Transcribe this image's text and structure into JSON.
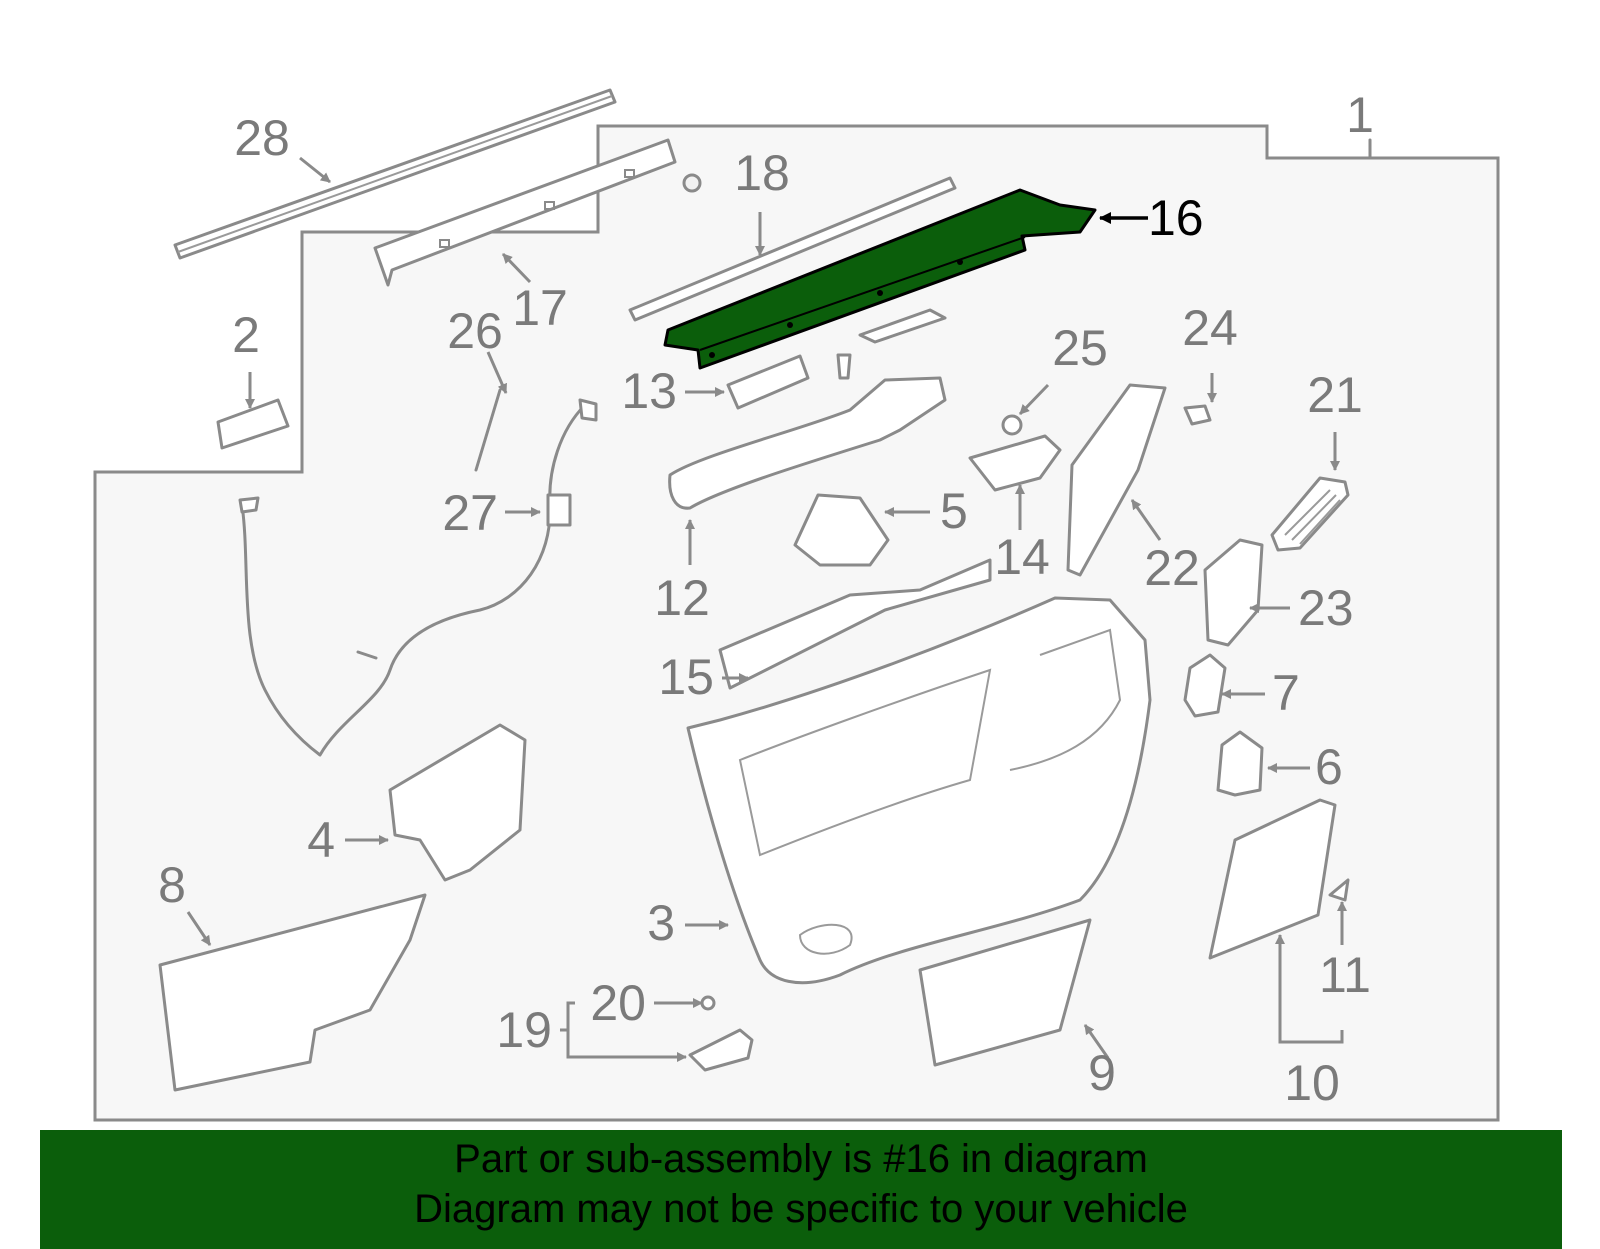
{
  "diagram": {
    "callouts": [
      "1",
      "2",
      "3",
      "4",
      "5",
      "6",
      "7",
      "8",
      "9",
      "10",
      "11",
      "12",
      "13",
      "14",
      "15",
      "16",
      "17",
      "18",
      "19",
      "20",
      "21",
      "22",
      "23",
      "24",
      "25",
      "26",
      "27",
      "28"
    ],
    "highlighted_callout": "16",
    "highlight_color": "#0b5e0b"
  },
  "footer": {
    "line1": "Part or sub-assembly is #16 in diagram",
    "line2": "Diagram may not be specific to your vehicle",
    "background": "#0b5e0b"
  }
}
